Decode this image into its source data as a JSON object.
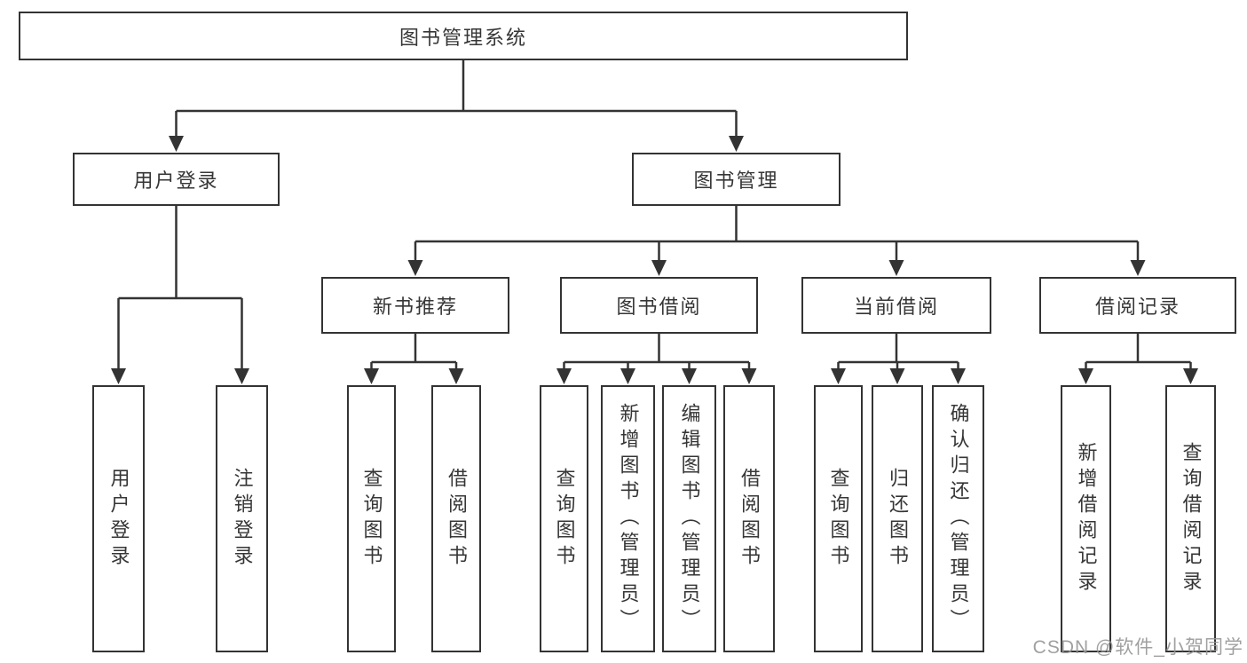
{
  "diagram_title": "图书管理系统",
  "tree": {
    "label": "图书管理系统",
    "children": [
      {
        "label": "用户登录",
        "children": [
          {
            "label": "用户登录"
          },
          {
            "label": "注销登录"
          }
        ]
      },
      {
        "label": "图书管理",
        "children": [
          {
            "label": "新书推荐",
            "children": [
              {
                "label": "查询图书"
              },
              {
                "label": "借阅图书"
              }
            ]
          },
          {
            "label": "图书借阅",
            "children": [
              {
                "label": "查询图书"
              },
              {
                "label": "新增图书（管理员）"
              },
              {
                "label": "编辑图书（管理员）"
              },
              {
                "label": "借阅图书"
              }
            ]
          },
          {
            "label": "当前借阅",
            "children": [
              {
                "label": "查询图书"
              },
              {
                "label": "归还图书"
              },
              {
                "label": "确认归还（管理员）"
              }
            ]
          },
          {
            "label": "借阅记录",
            "children": [
              {
                "label": "新增借阅记录"
              },
              {
                "label": "查询借阅记录"
              }
            ]
          }
        ]
      }
    ]
  },
  "watermark": "CSDN @软件_小贺同学",
  "colors": {
    "line": "#333333",
    "text": "#363636",
    "background": "#ffffff",
    "watermark": "#969696"
  }
}
